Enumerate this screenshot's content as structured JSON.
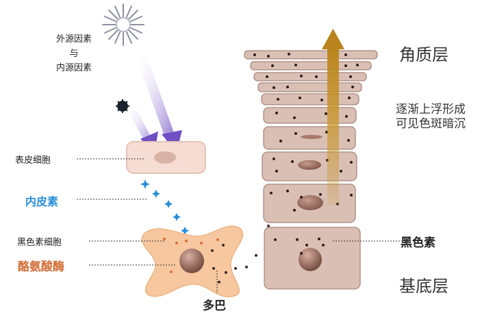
{
  "labels": {
    "external_internal": [
      "外源因素",
      "与",
      "内源因素"
    ],
    "epidermal_cell": "表皮细胞",
    "endothelin": "内皮素",
    "melanocyte": "黑色素细胞",
    "tyrosinase": "酪氨酸酶",
    "dopa": "多巴",
    "stratum_corneum": "角质层",
    "rise_text": [
      "逐渐上浮形成",
      "可见色斑暗沉"
    ],
    "melanin": "黑色素",
    "basal_layer": "基底层"
  },
  "colors": {
    "cell_fill": "#d9bfb4",
    "cell_stroke": "#a8887c",
    "epidermal_fill": "#f6ddd4",
    "melanocyte_fill": "#f7c79f",
    "arrow_gold": "#c8962a",
    "ray_purple": "#7a5ac8",
    "endothelin_blue": "#2a8fd8",
    "tyrosinase_orange": "#d2703a"
  },
  "icons": {
    "sun": "sun-icon",
    "pollutant": "pollutant-particle-icon"
  }
}
